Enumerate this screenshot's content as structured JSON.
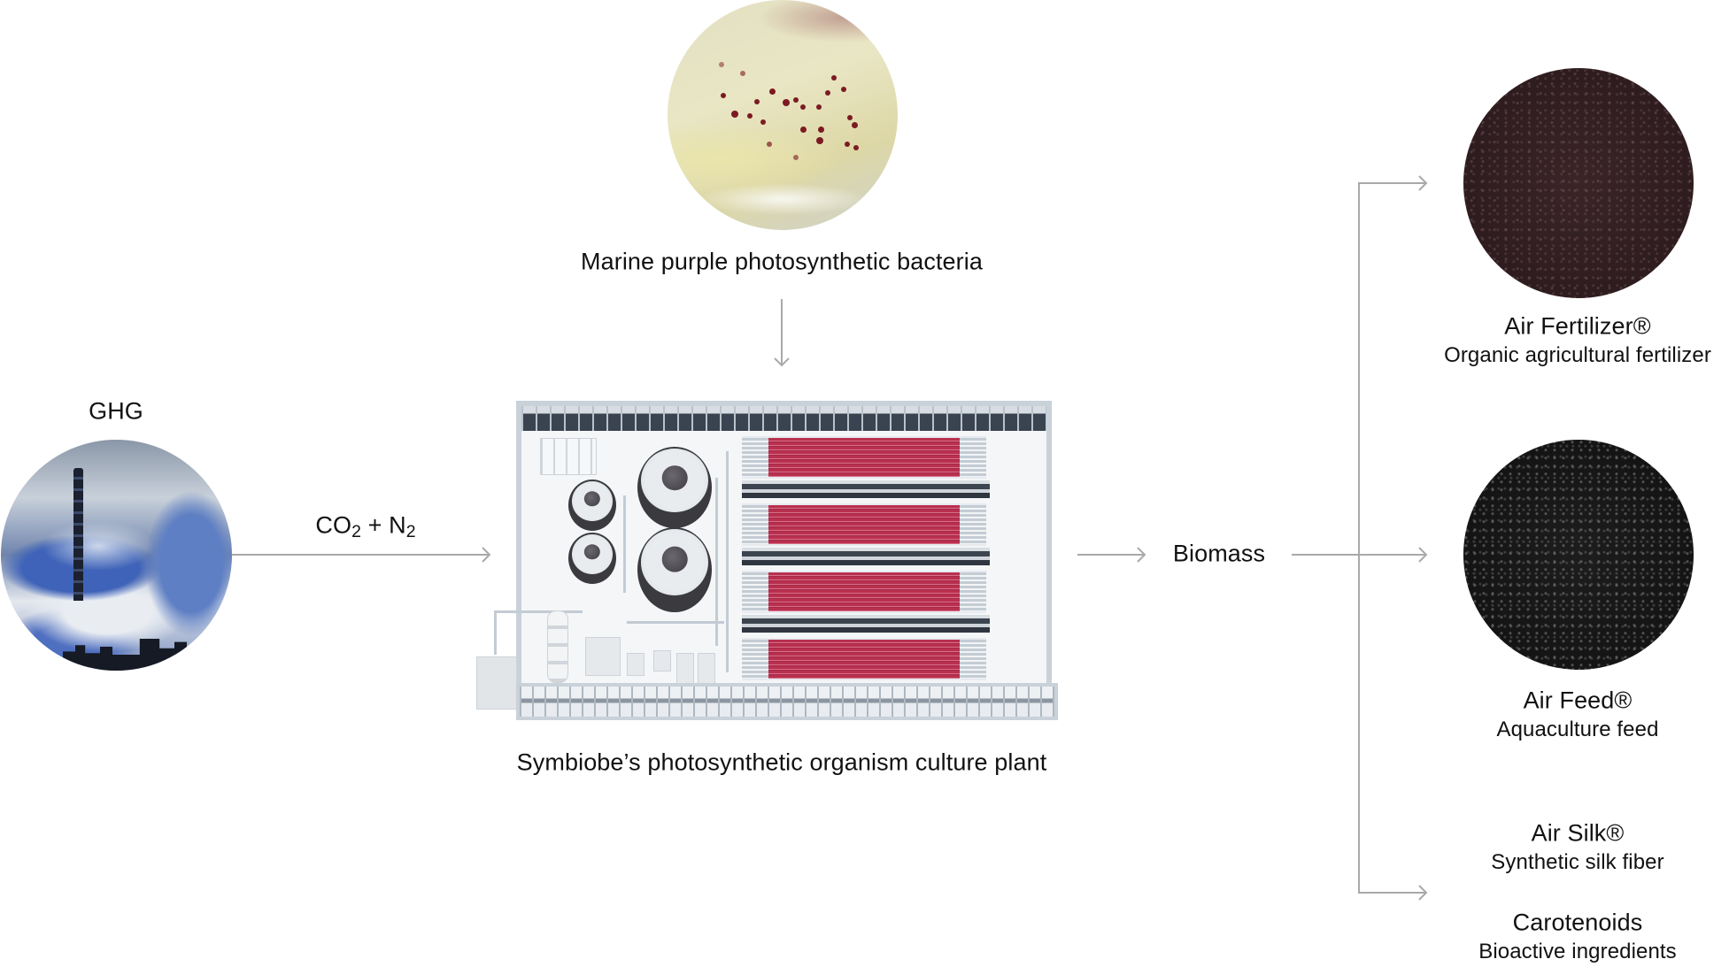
{
  "diagram": {
    "title": "Symbiobe process flow",
    "source": {
      "label": "GHG",
      "image": "factory-smokestack-emissions",
      "flow_label_parts": {
        "co": "CO",
        "co_sub": "2",
        "plus": " + ",
        "n": "N",
        "n_sub": "2"
      }
    },
    "input_organism": {
      "label": "Marine purple photosynthetic bacteria",
      "image": "bacteria-colonies-petri-dish"
    },
    "plant": {
      "label": "Symbiobe’s photosynthetic organism culture plant",
      "image": "culture-plant-top-view",
      "accent_color": "#b9304f"
    },
    "output": {
      "label": "Biomass"
    },
    "products": [
      {
        "name": "Air Fertilizer®",
        "description": "Organic agricultural fertilizer",
        "image": "dark-brown-powder"
      },
      {
        "name": "Air Feed®",
        "description": "Aquaculture feed",
        "image": "black-granules"
      },
      {
        "name": "Air Silk®",
        "description": "Synthetic silk fiber"
      },
      {
        "name": "Carotenoids",
        "description": "Bioactive ingredients"
      }
    ],
    "arrow_color": "#a9a9a9"
  }
}
